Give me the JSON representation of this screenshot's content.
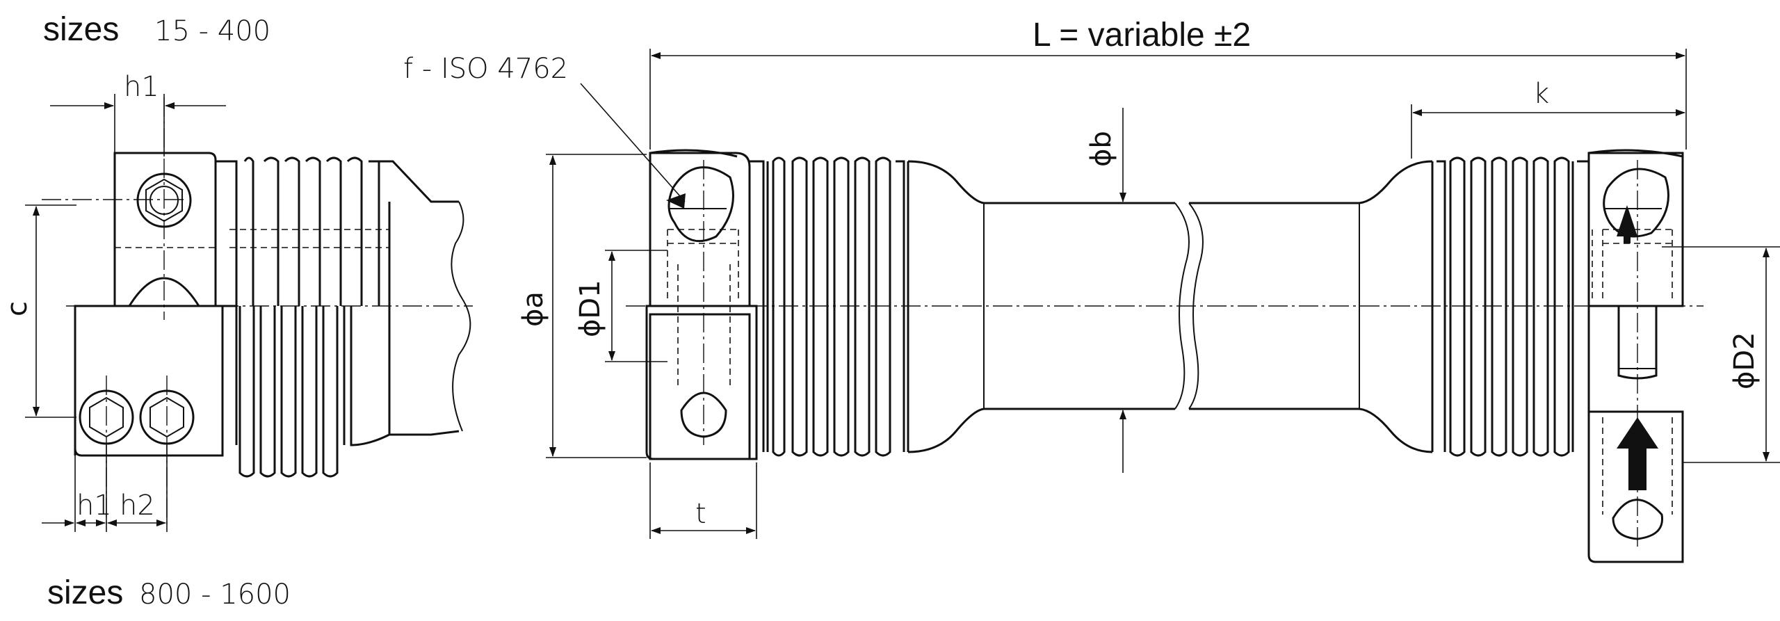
{
  "texts": {
    "sizes_top_word": "sizes",
    "sizes_top_range": "15 - 400",
    "sizes_bottom_word": "sizes",
    "sizes_bottom_range": "800 - 1600",
    "length": "L = variable ±2",
    "screw": "f - ISO 4762",
    "h1_top": "h1",
    "h1_bottom": "h1",
    "h2": "h2",
    "c": "c",
    "k": "k",
    "t": "t",
    "phi_a": "ϕa",
    "phi_b": "ϕb",
    "phi_d1": "ϕD1",
    "phi_d2": "ϕD2"
  }
}
